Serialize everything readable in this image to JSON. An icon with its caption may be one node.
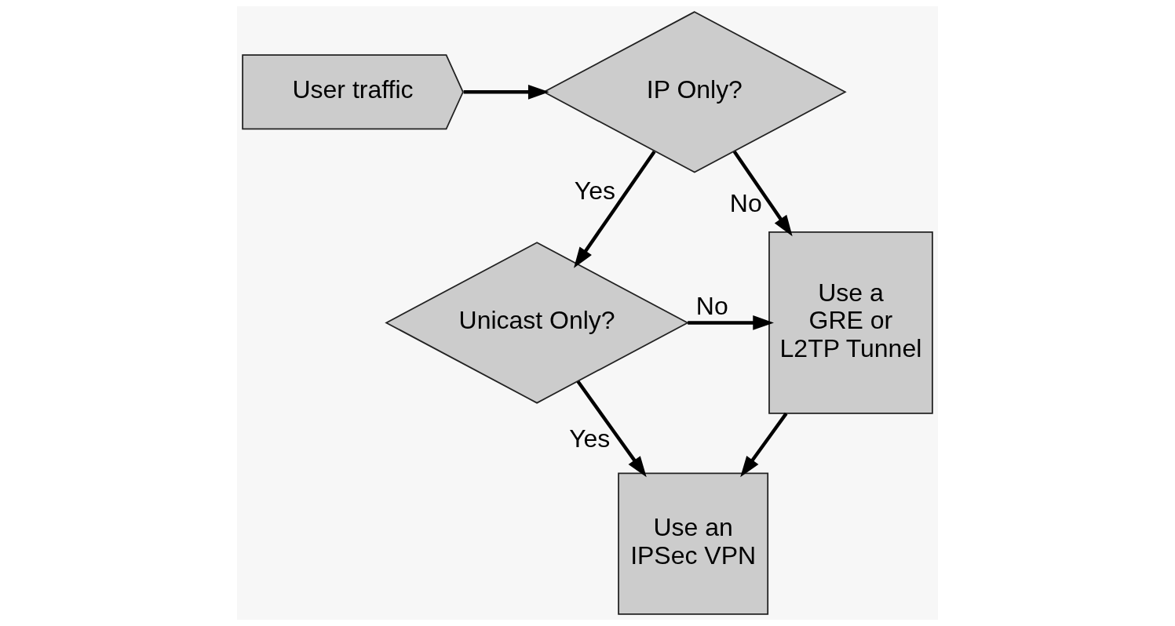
{
  "diagram": {
    "nodes": [
      {
        "text": [
          "User traffic"
        ]
      },
      {
        "text": [
          "IP Only?"
        ]
      },
      {
        "text": [
          "Use a GRE or L2TP Tunnel"
        ]
      },
      {
        "text": [
          "Unicast Only?"
        ]
      },
      {
        "text": [
          "Use an IPSec VPN"
        ]
      }
    ],
    "edges": [
      {
        "from": 0,
        "to": 1,
        "arrow": "to"
      },
      {
        "from": 1,
        "to": 3,
        "arrow": "to",
        "label": "Yes"
      },
      {
        "from": 1,
        "to": 2,
        "arrow": "to",
        "label": "No"
      },
      {
        "from": 3,
        "to": 2,
        "arrow": "to",
        "label": "No"
      },
      {
        "from": 3,
        "to": 4,
        "arrow": "to",
        "label": "Yes"
      },
      {
        "from": 2,
        "to": 4,
        "arrow": "to"
      }
    ]
  }
}
